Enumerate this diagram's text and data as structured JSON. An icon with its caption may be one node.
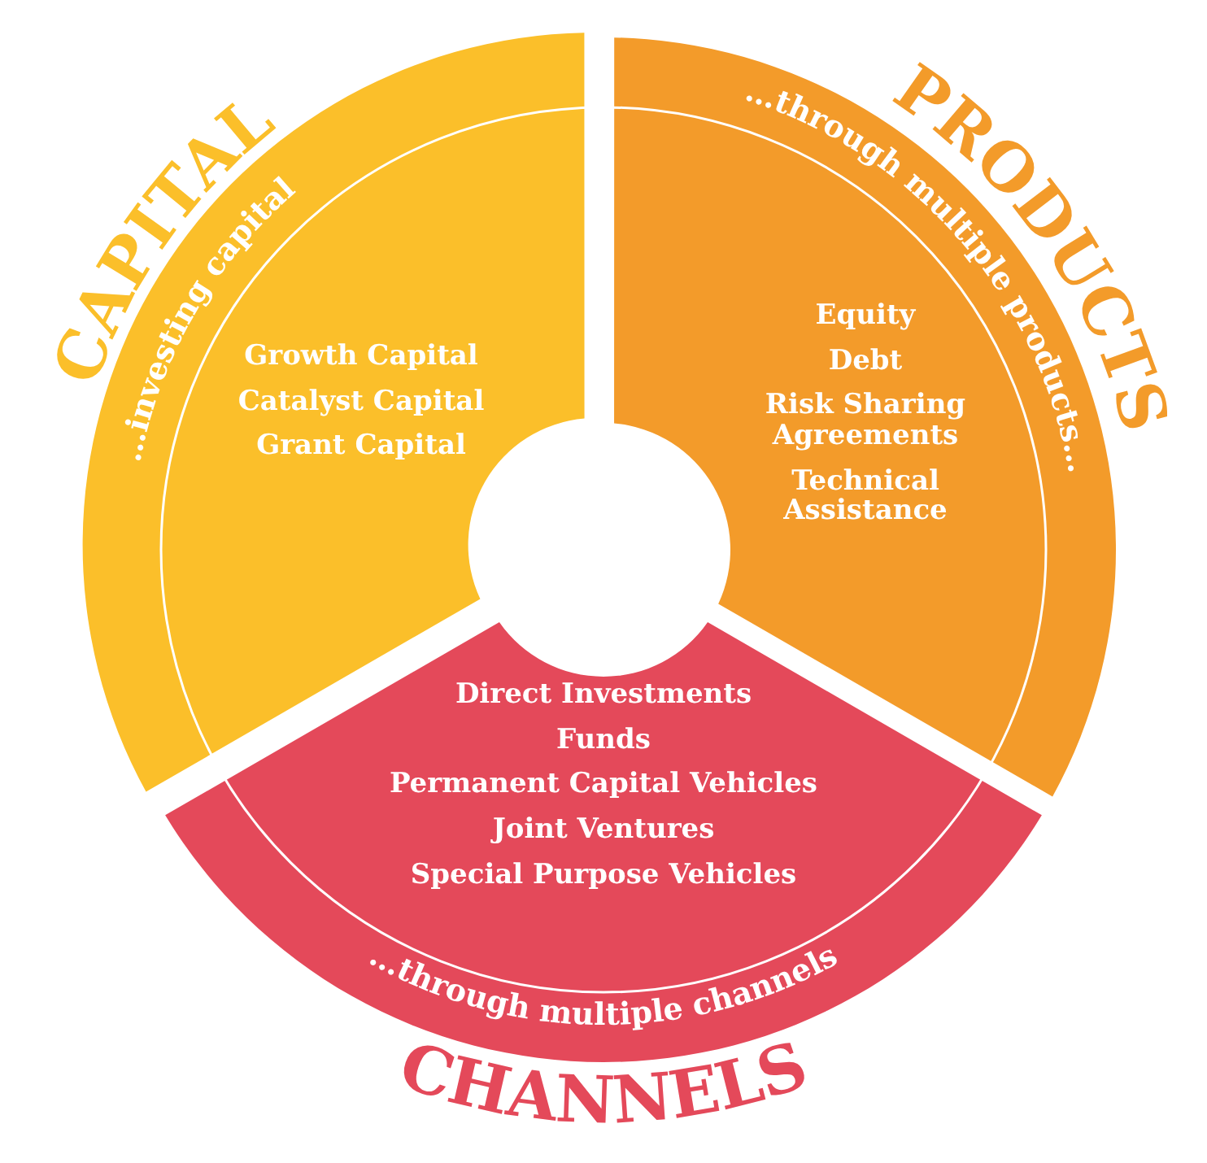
{
  "diagram": {
    "nodes": [
      {
        "text": [
          "CAPITAL",
          "…investing capital",
          "Growth Capital",
          "Catalyst Capital",
          "Grant Capital"
        ]
      },
      {
        "text": [
          "PRODUCTS",
          "…through multiple products…",
          "Equity",
          "Debt",
          "Risk Sharing Agreements",
          "Technical Assistance"
        ]
      },
      {
        "text": [
          "CHANNELS",
          "…through multiple channels",
          "Direct Investments",
          "Funds",
          "Permanent Capital Vehicles",
          "Joint Ventures",
          "Special Purpose Vehicles"
        ]
      }
    ],
    "edges": []
  }
}
